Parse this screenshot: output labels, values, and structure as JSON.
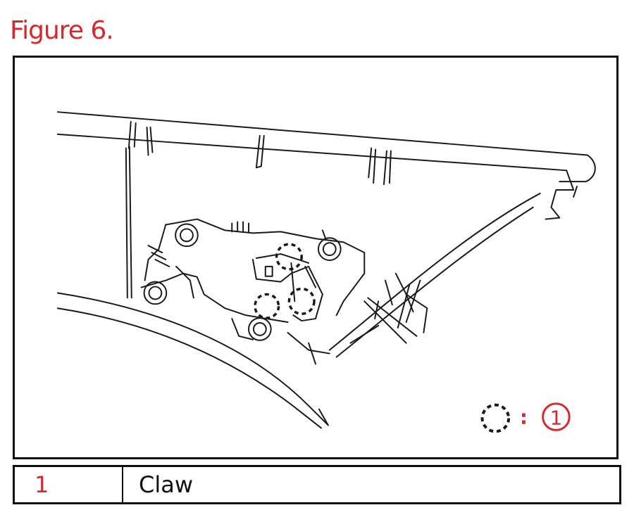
{
  "figure": {
    "title": "Figure 6.",
    "title_color": "#d7282b"
  },
  "diagram": {
    "callout_number": "1",
    "callout_color": "#d7282b",
    "line_color": "#1a1a1a",
    "marker_style": "dashed-circle"
  },
  "legend": {
    "rows": [
      {
        "number": "1",
        "label": "Claw"
      }
    ],
    "number_color": "#d7282b"
  }
}
